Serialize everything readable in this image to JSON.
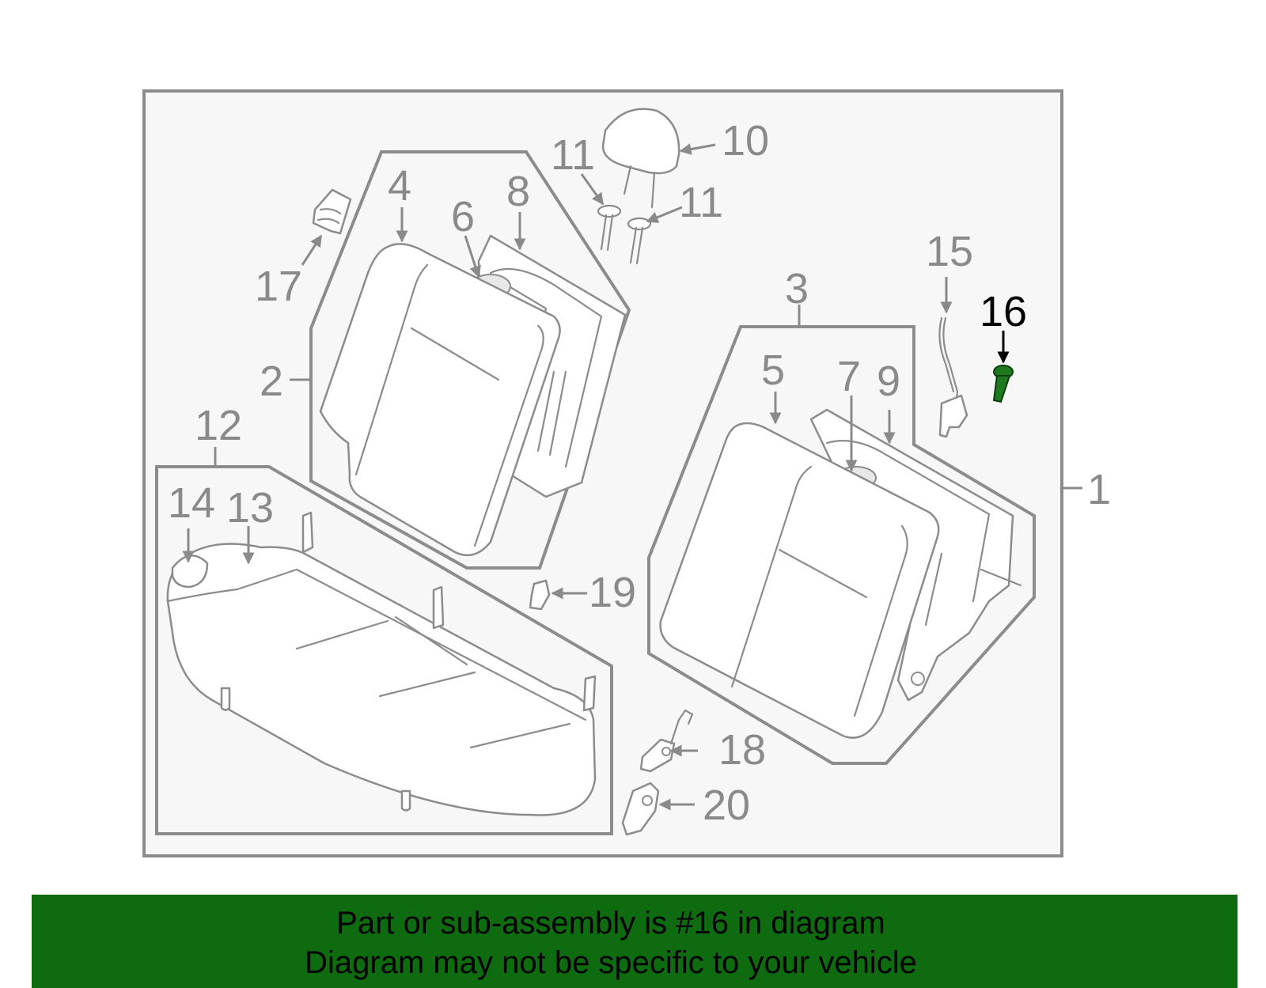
{
  "diagram": {
    "highlight_color": "#1f7a1f",
    "highlighted_part": "16",
    "callouts": {
      "c1": "1",
      "c2": "2",
      "c3": "3",
      "c4": "4",
      "c5": "5",
      "c6": "6",
      "c7": "7",
      "c8": "8",
      "c9": "9",
      "c10": "10",
      "c11a": "11",
      "c11b": "11",
      "c12": "12",
      "c13": "13",
      "c14": "14",
      "c15": "15",
      "c16": "16",
      "c17": "17",
      "c18": "18",
      "c19": "19",
      "c20": "20"
    }
  },
  "footer": {
    "line1": "Part or sub-assembly is #16 in diagram",
    "line2": "Diagram may not be specific to your vehicle",
    "background": "#0f6b0f"
  }
}
